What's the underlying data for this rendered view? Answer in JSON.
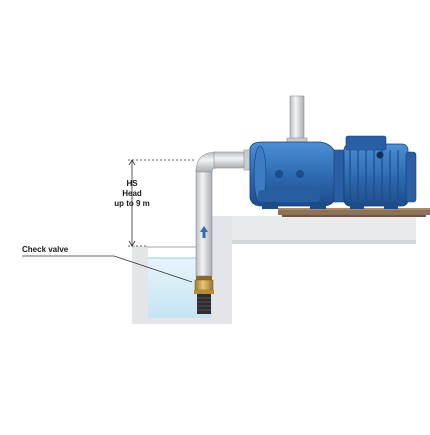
{
  "labels": {
    "suction_height": [
      "HS",
      "Head",
      "up to 9 m"
    ],
    "check_valve": "Check valve"
  },
  "colors": {
    "pump_body": "#2f6cb4",
    "motor": "#2a5fa6",
    "pipe": "#d8dadc",
    "water": "#d6ecf7",
    "valve": "#c9a24a",
    "base_plate": "#8c7259",
    "ground": "#e8eaec"
  },
  "icons": [
    "flow-arrow-icon",
    "flow-arrow-icon"
  ]
}
